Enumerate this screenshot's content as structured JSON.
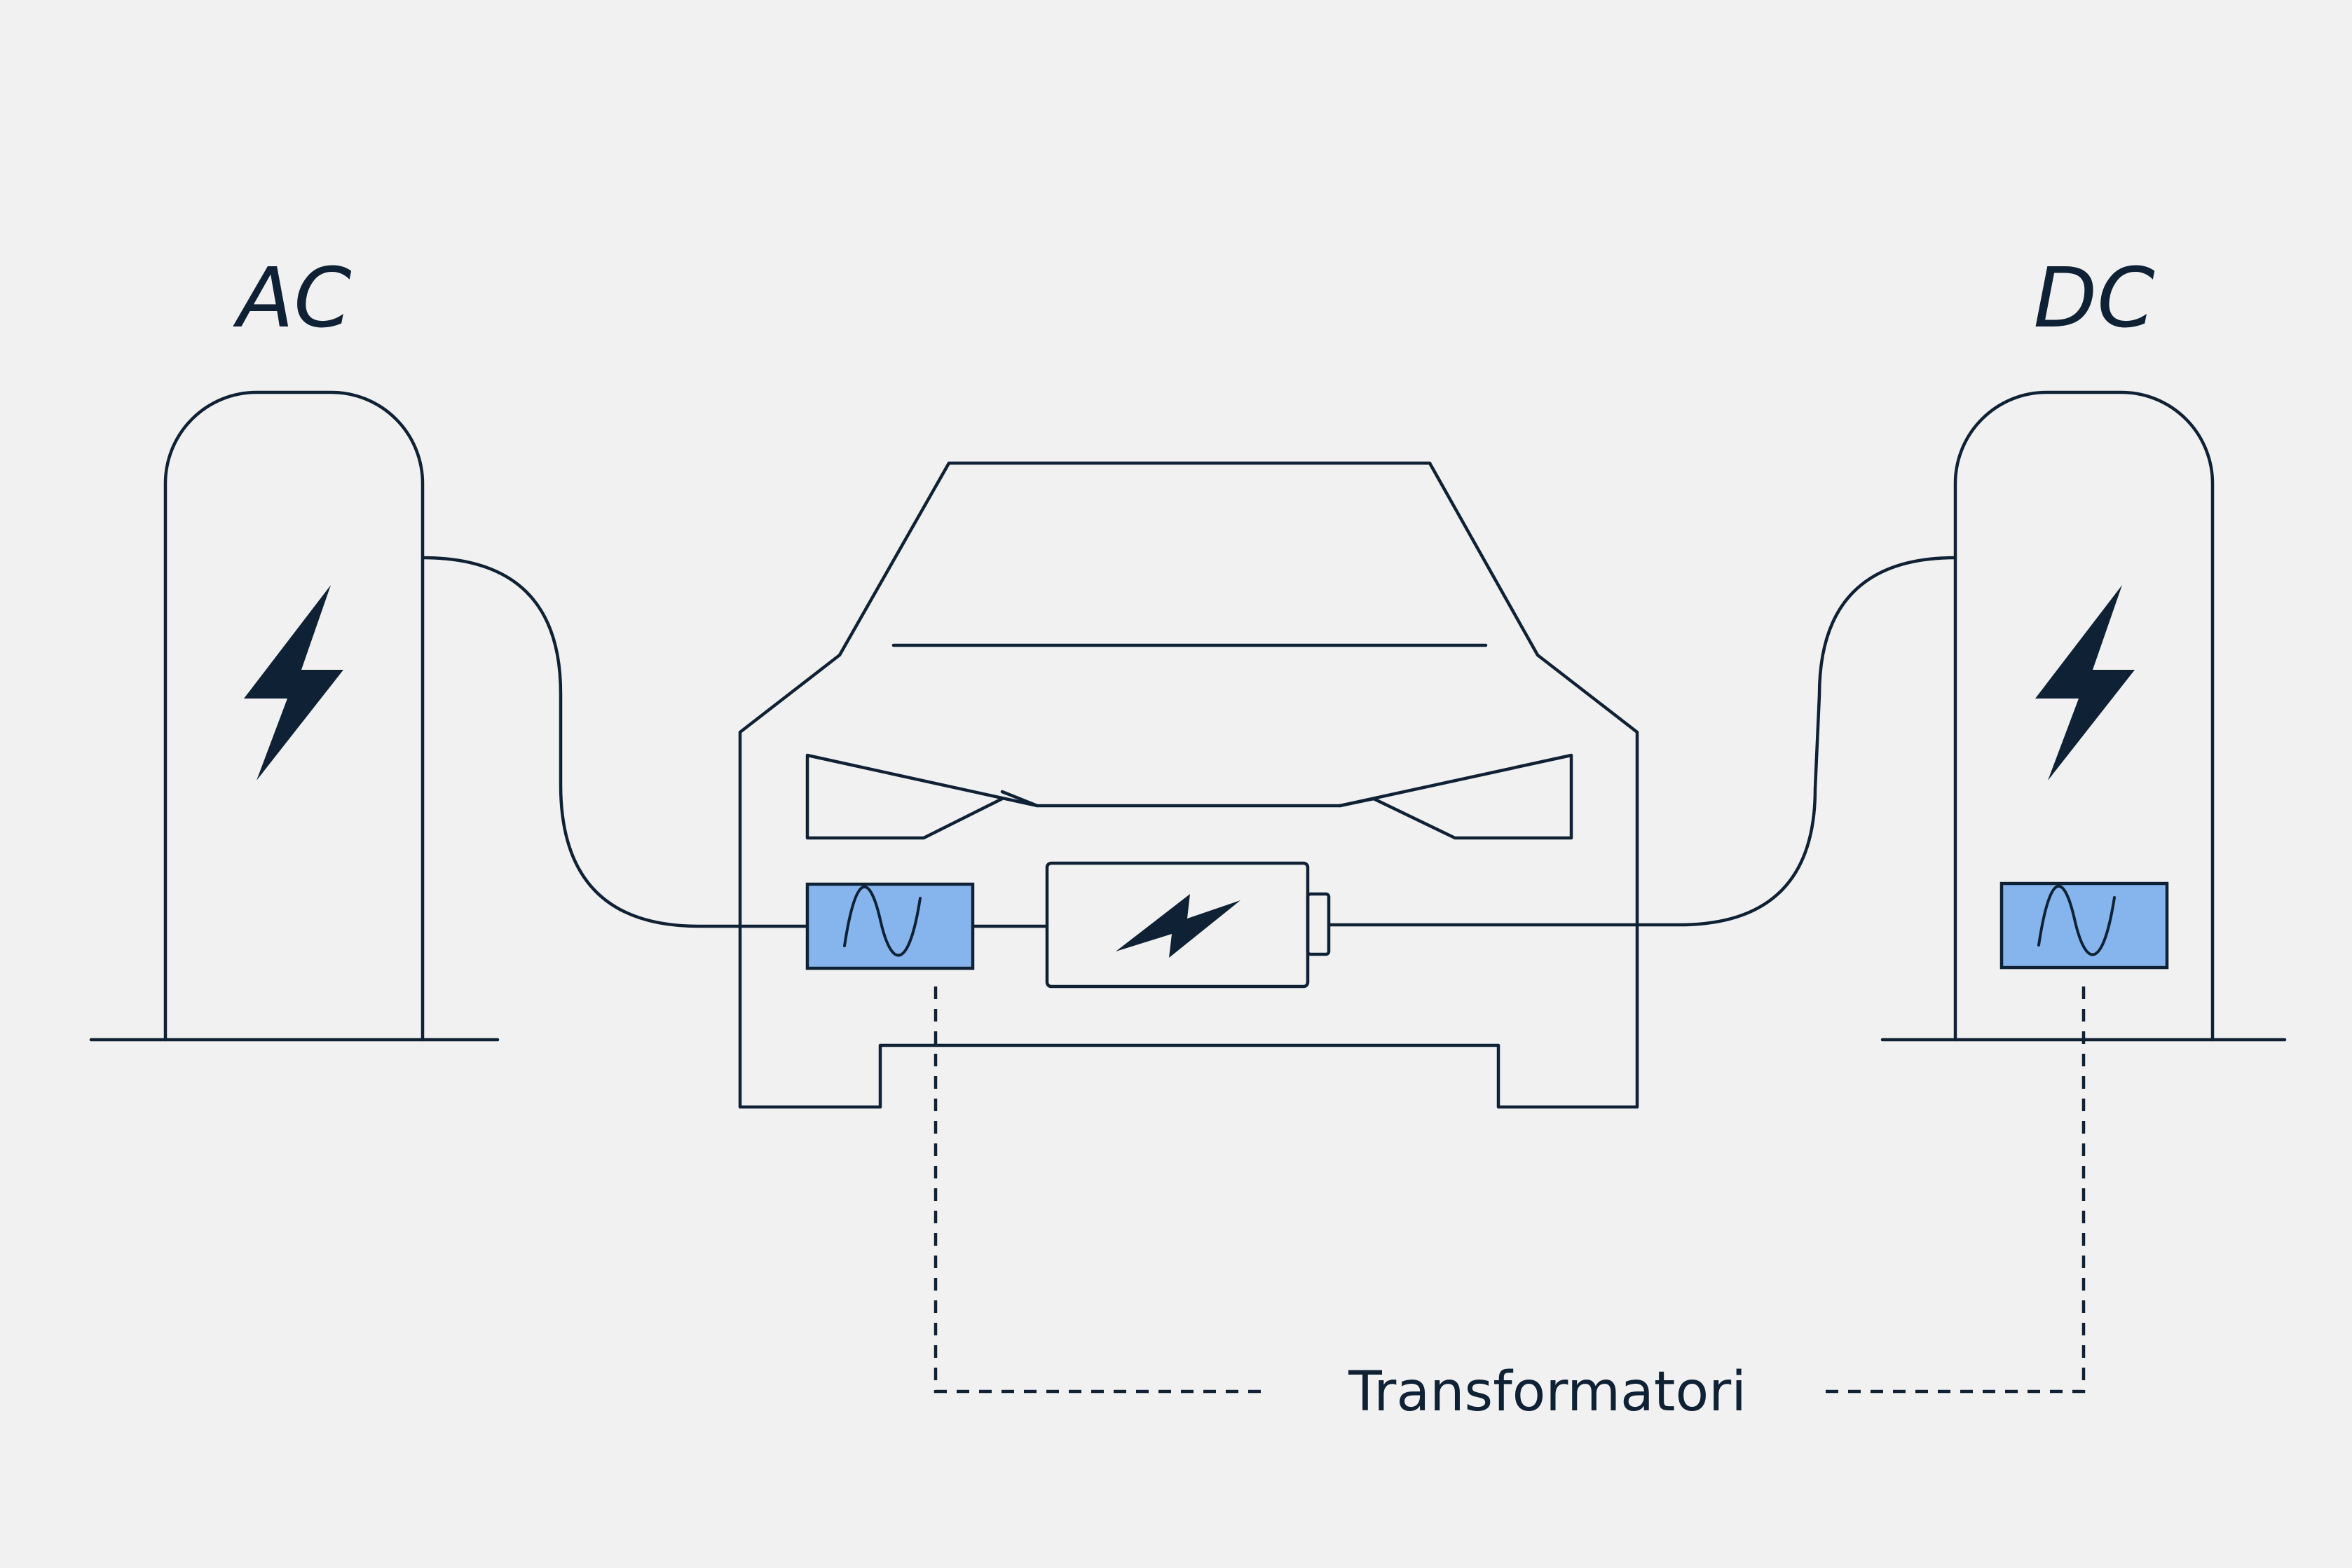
{
  "labels": {
    "ac": "AC",
    "dc": "DC",
    "transformers": "Transformatori"
  },
  "colors": {
    "background": "#f1f1f1",
    "line": "#0f2235",
    "transformer_fill": "#86b4ec"
  },
  "icons": {
    "station_bolt": "lightning-bolt-icon",
    "battery": "battery-icon",
    "transformer": "ac-wave-icon"
  }
}
